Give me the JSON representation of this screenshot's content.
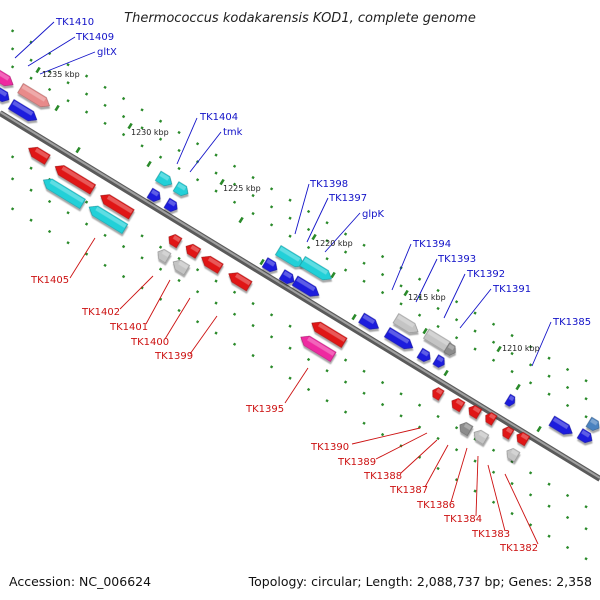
{
  "title": "Thermococcus kodakarensis KOD1, complete genome",
  "footer": {
    "accession": "Accession: NC_006624",
    "summary": "Topology: circular; Length: 2,088,737 bp; Genes: 2,358"
  },
  "scale_labels": [
    "1235 kbp",
    "1230 kbp",
    "1225 kbp",
    "1220 kbp",
    "1215 kbp",
    "1210 kbp"
  ],
  "top_labels": [
    "TK1410",
    "TK1409",
    "gltX",
    "TK1404",
    "tmk",
    "TK1398",
    "TK1397",
    "glpK",
    "TK1394",
    "TK1393",
    "TK1392",
    "TK1391",
    "TK1385"
  ],
  "bottom_labels": [
    "TK1405",
    "TK1402",
    "TK1401",
    "TK1400",
    "TK1399",
    "TK1395",
    "TK1390",
    "TK1389",
    "TK1388",
    "TK1387",
    "TK1386",
    "TK1384",
    "TK1383",
    "TK1382"
  ],
  "colors": {
    "blue_label": "#1212c8",
    "red_label": "#cc1111",
    "backbone": "#808080",
    "tick": "#2a8a2a",
    "gene_blue": "#1f1fdd",
    "gene_red": "#e01818",
    "gene_cyan": "#22d0d8",
    "gene_pink": "#ee2aa0",
    "gene_salmon": "#e88a8a",
    "gene_grey": "#c4c4c4",
    "gene_darkgrey": "#8c8c8c",
    "gene_steel": "#4a82c0"
  }
}
